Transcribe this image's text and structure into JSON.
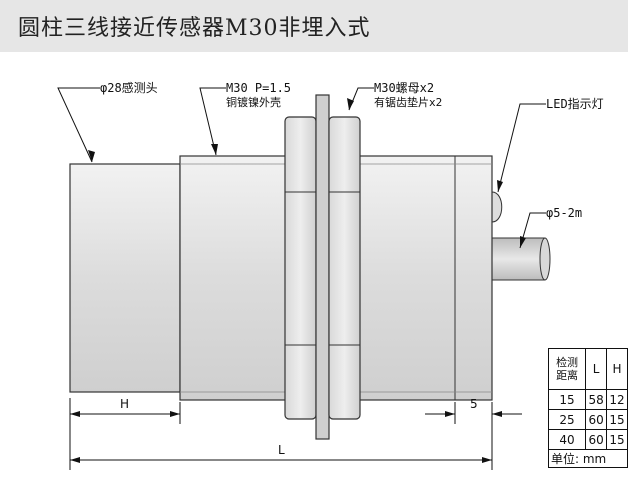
{
  "header": {
    "title": "圆柱三线接近传感器M30非埋入式"
  },
  "labels": {
    "probe": "φ28感测头",
    "thread": "M30  P=1.5",
    "shell": "铜镀镍外壳",
    "nut": "M30螺母x2",
    "washer": "有锯齿垫片x2",
    "led": "LED指示灯",
    "cable": "φ5-2m"
  },
  "dimensions": {
    "h": "H",
    "five": "5",
    "l": "L"
  },
  "table": {
    "header": {
      "c1a": "检测",
      "c1b": "距离",
      "c2": "L",
      "c3": "H"
    },
    "rows": [
      {
        "d": "15",
        "l": "58",
        "h": "12"
      },
      {
        "d": "25",
        "l": "60",
        "h": "15"
      },
      {
        "d": "40",
        "l": "60",
        "h": "15"
      }
    ],
    "unit": "单位: mm"
  }
}
